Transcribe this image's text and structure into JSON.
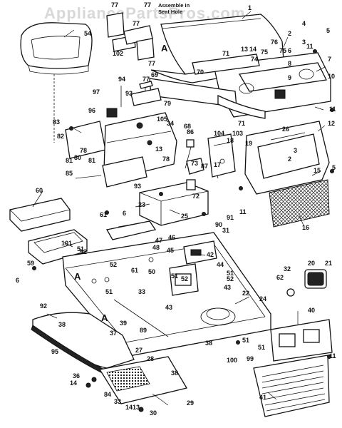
{
  "watermark": "AppliancePartsPros.com",
  "note": {
    "line1": "Assemble in",
    "line2": "Seat Hole"
  },
  "view_letter": "A",
  "callouts": {
    "c1": "1",
    "c2": "2",
    "c3": "3",
    "c4": "4",
    "c5": "5",
    "c6": "6",
    "c7": "7",
    "c8": "8",
    "c9": "9",
    "c10": "10",
    "c11": "11",
    "c12": "12",
    "c13": "13",
    "c14": "14",
    "c15": "15",
    "c16": "16",
    "c17": "17",
    "c18": "18",
    "c19": "19",
    "c20": "20",
    "c21": "21",
    "c22": "22",
    "c23": "23",
    "c24": "24",
    "c25": "25",
    "c26": "26",
    "c27": "27",
    "c28": "28",
    "c29": "29",
    "c30": "30",
    "c31": "31",
    "c32": "32",
    "c33": "33",
    "c34": "34",
    "c36": "36",
    "c37": "37",
    "c38": "38",
    "c39": "39",
    "c40": "40",
    "c41": "41",
    "c42": "42",
    "c43": "43",
    "c44": "44",
    "c45": "45",
    "c46": "46",
    "c47": "47",
    "c48": "48",
    "c50": "50",
    "c51": "51",
    "c52": "52",
    "c54": "54",
    "c59": "59",
    "c60": "60",
    "c61": "61",
    "c62": "62",
    "c68": "68",
    "c69": "69",
    "c70": "70",
    "c71": "71",
    "c72": "72",
    "c73": "73",
    "c74": "74",
    "c75": "75",
    "c76": "76",
    "c77": "77",
    "c78": "78",
    "c79": "79",
    "c80": "80",
    "c81": "81",
    "c82": "82",
    "c83": "83",
    "c84": "84",
    "c85": "85",
    "c86": "86",
    "c87": "87",
    "c89": "89",
    "c90": "90",
    "c91": "91",
    "c92": "92",
    "c93": "93",
    "c94": "94",
    "c95": "95",
    "c96": "96",
    "c97": "97",
    "c99": "99",
    "c100": "100",
    "c101": "101",
    "c102": "102",
    "c103": "103",
    "c104": "104",
    "c105": "105"
  }
}
